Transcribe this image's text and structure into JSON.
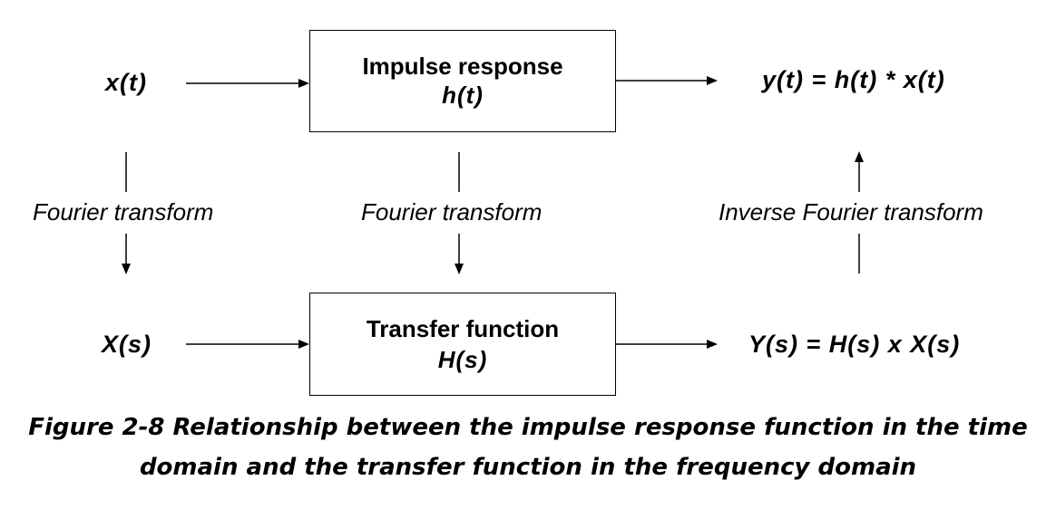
{
  "nodes": {
    "x_t": "x(t)",
    "impulse_title": "Impulse response",
    "impulse_symbol": "h(t)",
    "y_t": "y(t) = h(t) * x(t)",
    "X_s": "X(s)",
    "transfer_title": "Transfer function",
    "transfer_symbol": "H(s)",
    "Y_s": "Y(s) = H(s) x X(s)"
  },
  "edges": {
    "fourier_left": "Fourier transform",
    "fourier_middle": "Fourier transform",
    "inverse_fourier": "Inverse Fourier transform"
  },
  "caption": {
    "line1": "Figure 2-8 Relationship between the impulse response function in the time",
    "line2": "domain and the transfer function in the frequency domain"
  }
}
